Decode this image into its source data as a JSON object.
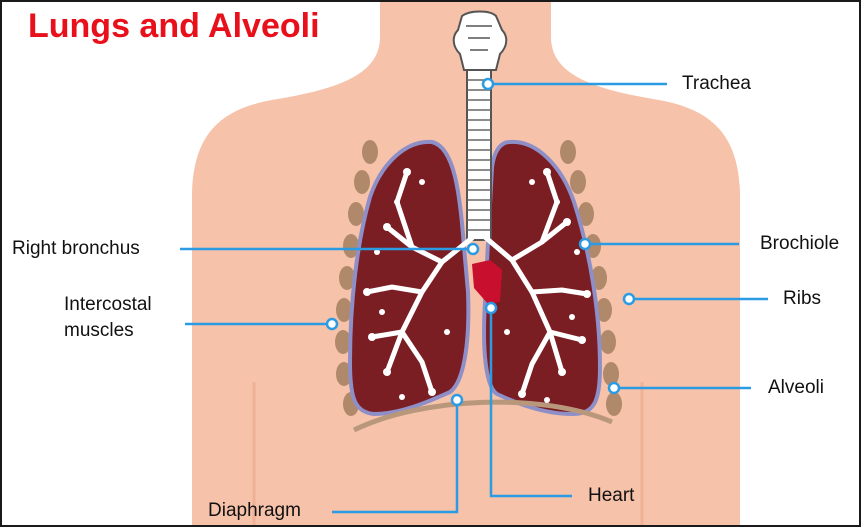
{
  "title": "Lungs and Alveoli",
  "labels": {
    "trachea": "Trachea",
    "right_bronchus": "Right bronchus",
    "brochiole": "Brochiole",
    "intercostal_line1": "Intercostal",
    "intercostal_line2": "muscles",
    "ribs": "Ribs",
    "alveoli": "Alveoli",
    "heart": "Heart",
    "diaphragm": "Diaphragm"
  },
  "colors": {
    "title": "#e8101a",
    "skin": "#f6c2aa",
    "lung": "#7a1e24",
    "leader_line": "#2b9be3",
    "heart": "#c8102e"
  }
}
